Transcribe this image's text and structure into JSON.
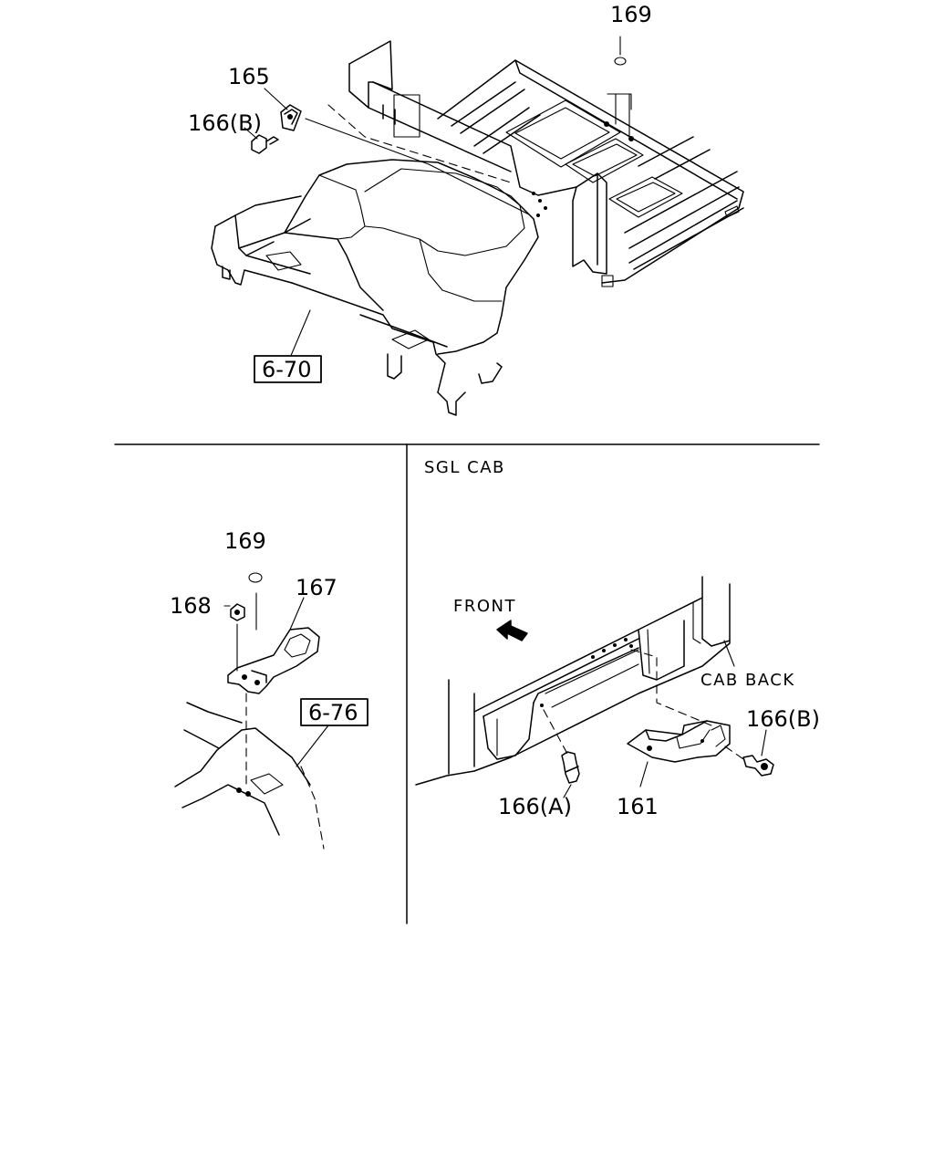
{
  "top_view": {
    "callouts": [
      "169",
      "165",
      "166(B)"
    ],
    "reference": "6-70"
  },
  "left_detail": {
    "callouts": [
      "169",
      "168",
      "167"
    ],
    "reference": "6-76"
  },
  "right_detail": {
    "variant_label": "SGL CAB",
    "direction_label": "FRONT",
    "location_label": "CAB BACK",
    "callouts": [
      "166(B)",
      "166(A)",
      "161"
    ]
  }
}
